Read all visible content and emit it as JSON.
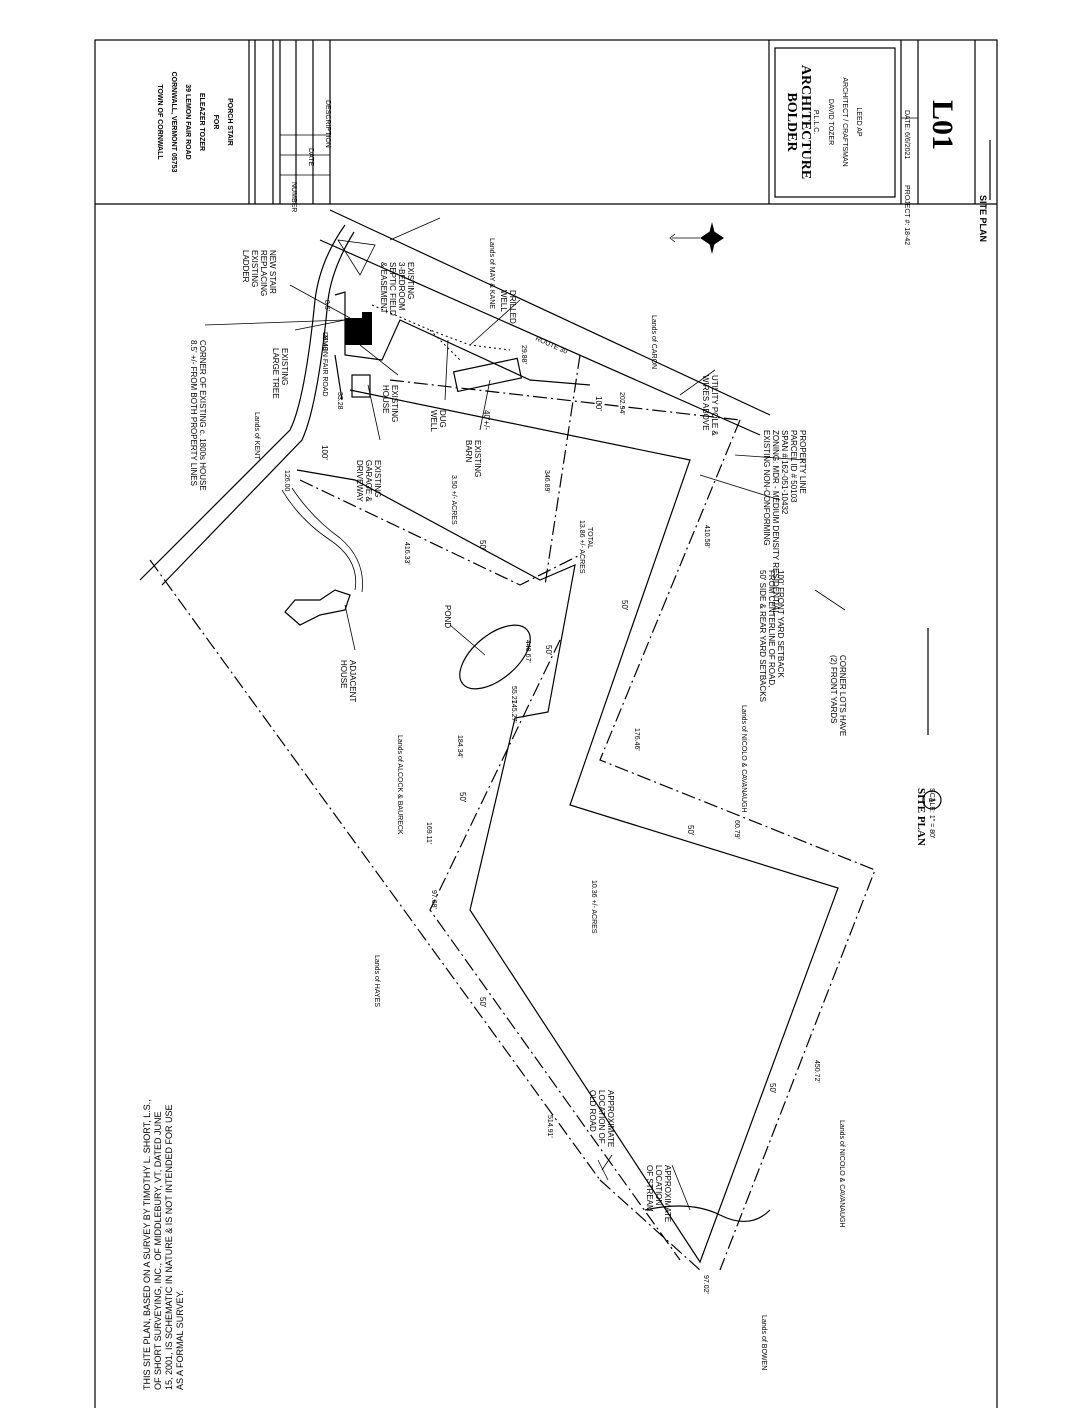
{
  "title_block": {
    "project_lines": [
      "PORCH STAIR",
      "FOR",
      "ELEAZER TOZER",
      "39 LEMON FAIR ROAD",
      "CORNWALL, VERMONT 05753",
      "TOWN OF CORNWALL"
    ],
    "revision_headers": [
      "NUMBER",
      "DATE",
      "DESCRIPTION"
    ],
    "firm_name_1": "BOLDER",
    "firm_name_2": "ARCHITECTURE",
    "firm_suffix": "P.L.L.C.",
    "firm_person": "DAVID TOZER",
    "firm_role": "ARCHITECT / CRAFTSMAN",
    "firm_cert": "LEED AP",
    "project_no": "PROJECT #: 18-42",
    "date": "DATE: 6/6/2021",
    "sheet_title": "SITE PLAN",
    "sheet_number": "L01"
  },
  "drawing": {
    "title": "SITE PLAN",
    "number": "1",
    "scale": "SCALE: 1\" = 80'",
    "note": [
      "THIS SITE PLAN, BASED ON A SURVEY BY TIMOTHY L. SHORT, L.S.,",
      "OF SHORT SURVEYING, INC., OF MIDDLEBURY, VT, DATED JUNE",
      "15, 2001, IS SCHEMATIC IN NATURE & IS NOT INTENDED FOR USE",
      "AS A FORMAL SURVEY."
    ],
    "labels": {
      "new_stair": [
        "NEW STAIR",
        "REPLACING",
        "EXISTING",
        "LADDER"
      ],
      "existing_tree": [
        "EXISTING",
        "LARGE TREE"
      ],
      "corner_note": [
        "CORNER OF EXISTING c. 1800s HOUSE",
        "8.5' +/- FROM BOTH PROPERTY LINES"
      ],
      "septic": [
        "EXISTING",
        "3-BEDROOM",
        "SEPTIC FIELD",
        "& EASEMENT"
      ],
      "drilled_well": [
        "DRILLED",
        "WELL"
      ],
      "existing_house": [
        "EXISTING",
        "HOUSE"
      ],
      "garage": [
        "EXISTING",
        "GARAGE &",
        "DRIVEWAY"
      ],
      "dug_well": [
        "DUG",
        "WELL"
      ],
      "barn": [
        "EXISTING",
        "BARN"
      ],
      "utility_pole": [
        "UTILITY POLE &",
        "WIRES ABOVE"
      ],
      "property_info": [
        "PROPERTY LINE",
        "PARCEL ID # 50103",
        "SPAN # 162-051-10432",
        "ZONING: MDR - MEDIUM DENSITY RESIDENTIAL",
        "EXISTING NON-CONFORMING"
      ],
      "setbacks": [
        "100' FRONT YARD SETBACK",
        "FROM CENTERLINE OF ROAD,",
        "50' SIDE & REAR YARD SETBACKS"
      ],
      "corner_lots": [
        "CORNER LOTS HAVE",
        "(2) FRONT YARDS"
      ],
      "pond": "POND",
      "adjacent_house": [
        "ADJACENT",
        "HOUSE"
      ],
      "stream": [
        "APPROXIMATE",
        "LOCATION",
        "OF STREAM"
      ],
      "old_road": [
        "APPROXIMATE",
        "LOCATION OF",
        "OLD ROAD"
      ],
      "road_1": "LEMON FAIR ROAD",
      "road_2": "ROUTE 30",
      "area_1": "3.50 +/- ACRES",
      "area_total_1": "TOTAL",
      "area_total_2": "13.86 +/- ACRES",
      "area_2": "10.36 +/- ACRES",
      "lands_kent": "Lands of KENT",
      "lands_may": "Lands of MAY & KANE",
      "lands_caron": "Lands of CARON",
      "lands_alcock": "Lands of ALCOCK & BAURECK",
      "lands_nicolo_1": "Lands of NICOLO & CAVANAUGH",
      "lands_hayes": "Lands of HAYES",
      "lands_nicolo_2": "Lands of NICOLO & CAVANAUGH",
      "lands_bowen": "Lands of BOWEN"
    },
    "dimensions": [
      "100'",
      "100'",
      "50'",
      "50'",
      "50'",
      "50'",
      "50'",
      "50'",
      "50'",
      "40'+/-",
      "8.5'",
      "126.00",
      "24.49",
      "33.28",
      "416.33'",
      "346.89'",
      "448.67'",
      "410.58'",
      "176.46'",
      "145.27'",
      "60.79'",
      "169.11'",
      "184.34'",
      "450.72'",
      "514.91'",
      "97.68'",
      "97.02'",
      "29.88'",
      "202.94'",
      "55.27"
    ]
  }
}
